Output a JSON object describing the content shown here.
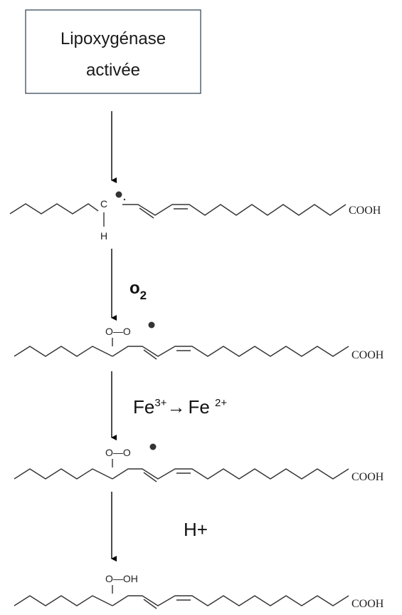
{
  "enzyme_box": {
    "line1": "Lipoxygénase",
    "line2": "activée"
  },
  "steps": [
    {
      "condition": ""
    },
    {
      "condition": "O2"
    },
    {
      "condition": "Fe3+→ Fe 2+"
    },
    {
      "condition": "H+"
    }
  ],
  "conditions": {
    "o2": {
      "main": "o",
      "sub": "2"
    },
    "fe": {
      "a": "Fe",
      "a_sup": "3+",
      "arrow": "→",
      "b": "Fe ",
      "b_sup": "2+"
    },
    "h": "H+"
  },
  "molecules": [
    {
      "labels": {
        "c": "C",
        "h": "H",
        "acid": "COOH"
      }
    },
    {
      "labels": {
        "group": "O—O",
        "acid": "COOH"
      }
    },
    {
      "labels": {
        "group": "O—O",
        "acid": "COOH"
      }
    },
    {
      "labels": {
        "group": "O—OH",
        "acid": "COOH"
      }
    }
  ]
}
